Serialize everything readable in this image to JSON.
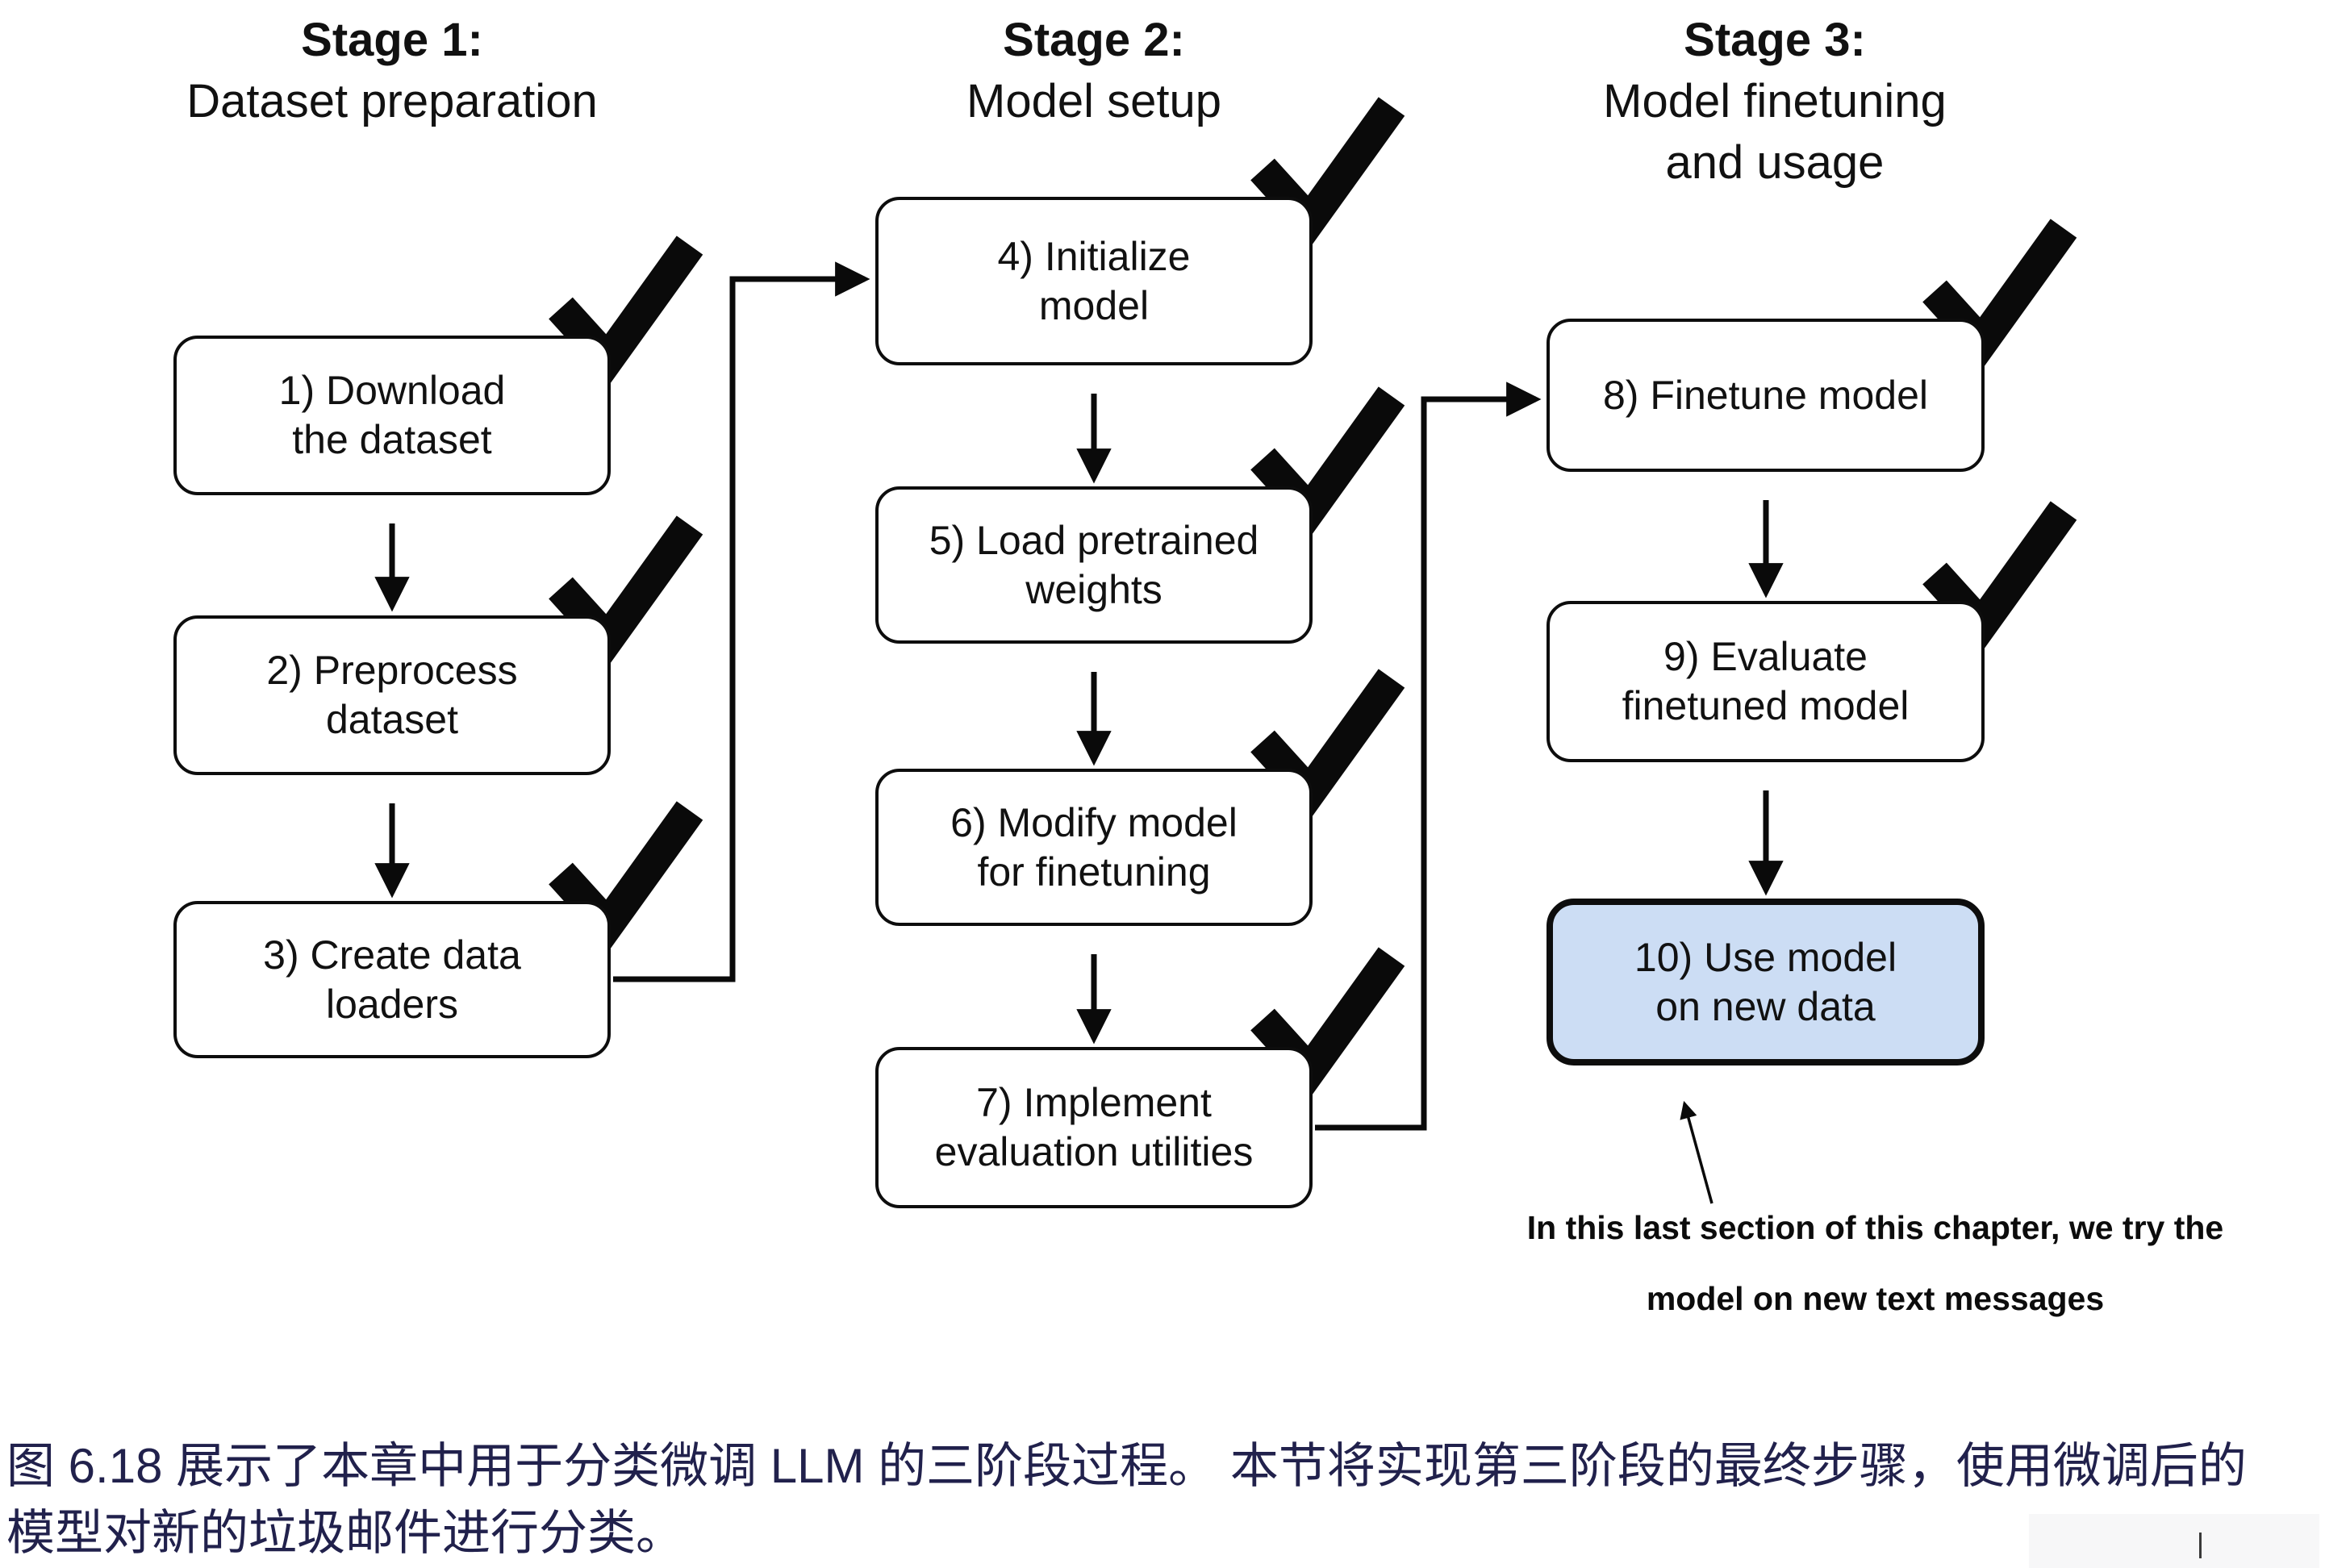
{
  "figure": {
    "stages": [
      {
        "title": "Stage 1:",
        "subtitle": "Dataset preparation",
        "steps": [
          {
            "label": "1) Download\nthe dataset",
            "checked": true
          },
          {
            "label": "2) Preprocess\ndataset",
            "checked": true
          },
          {
            "label": "3) Create data\nloaders",
            "checked": true
          }
        ]
      },
      {
        "title": "Stage 2:",
        "subtitle": "Model setup",
        "steps": [
          {
            "label": "4) Initialize\nmodel",
            "checked": true
          },
          {
            "label": "5) Load pretrained\nweights",
            "checked": true
          },
          {
            "label": "6) Modify model\nfor finetuning",
            "checked": true
          },
          {
            "label": "7) Implement\nevaluation utilities",
            "checked": true
          }
        ]
      },
      {
        "title": "Stage 3:",
        "subtitle": "Model finetuning\nand usage",
        "steps": [
          {
            "label": "8) Finetune model",
            "checked": true
          },
          {
            "label": "9) Evaluate\nfinetuned model",
            "checked": true
          },
          {
            "label": "10) Use model\non new data",
            "checked": false,
            "highlighted": true
          }
        ]
      }
    ],
    "annotation": "In this last section of this chapter, we try the\nmodel on new text messages",
    "caption": "图 6.18 展示了本章中用于分类微调 LLM 的三阶段过程。 本节将实现第三阶段的最终步骤，使用微调后的\n模型对新的垃圾邮件进行分类。",
    "icons": {
      "step_done": "checkmark"
    },
    "colors": {
      "ink": "#0a0a0a",
      "highlight_fill": "#ccddf4",
      "caption_text": "#21214c"
    }
  }
}
